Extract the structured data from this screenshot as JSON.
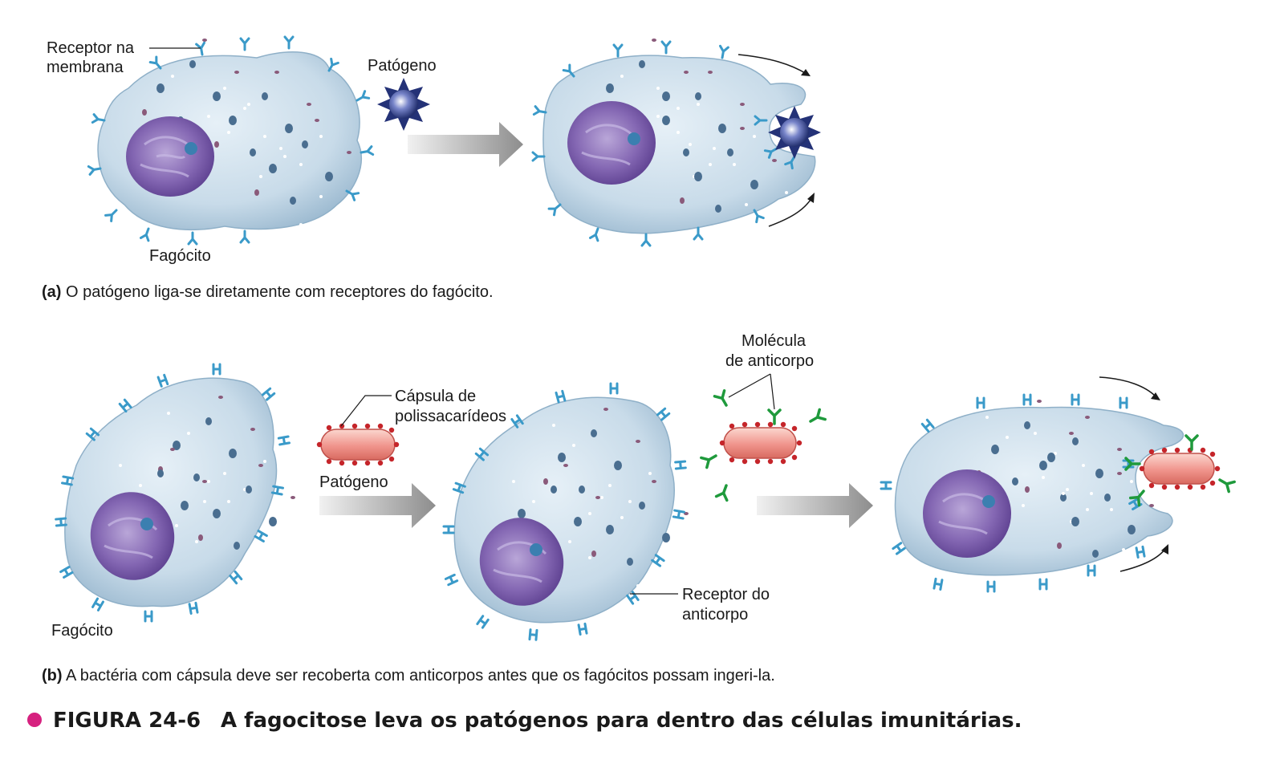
{
  "panel_a": {
    "receptor_label_line1": "Receptor na",
    "receptor_label_line2": "membrana",
    "pathogen_label": "Patógeno",
    "phagocyte_label": "Fagócito",
    "caption_tag": "(a)",
    "caption_text": " O patógeno liga-se diretamente com receptores do fagócito."
  },
  "panel_b": {
    "phagocyte_label": "Fagócito",
    "capsule_label_line1": "Cápsula de",
    "capsule_label_line2": "polissacarídeos",
    "pathogen_label": "Patógeno",
    "antibody_label_line1": "Molécula",
    "antibody_label_line2": "de anticorpo",
    "receptor_label_line1": "Receptor do",
    "receptor_label_line2": "anticorpo",
    "caption_tag": "(b)",
    "caption_text": " A bactéria com cápsula deve ser recoberta com anticorpos antes que os fagócitos possam ingeri-la."
  },
  "figure": {
    "number": "FIGURA 24-6",
    "title": "A fagocitose leva os patógenos para dentro das células imunitárias.",
    "bullet_color": "#d6217f"
  },
  "colors": {
    "cell_fill": "#c9dcea",
    "cell_edge": "#8fb0c8",
    "nucleus": "#7c5ea8",
    "receptor": "#3a9ac9",
    "antibody": "#1f9a3c",
    "bacterium": "#f0948c",
    "pathogen": "#2c3a8c",
    "arrow": "#9a9a9a"
  }
}
